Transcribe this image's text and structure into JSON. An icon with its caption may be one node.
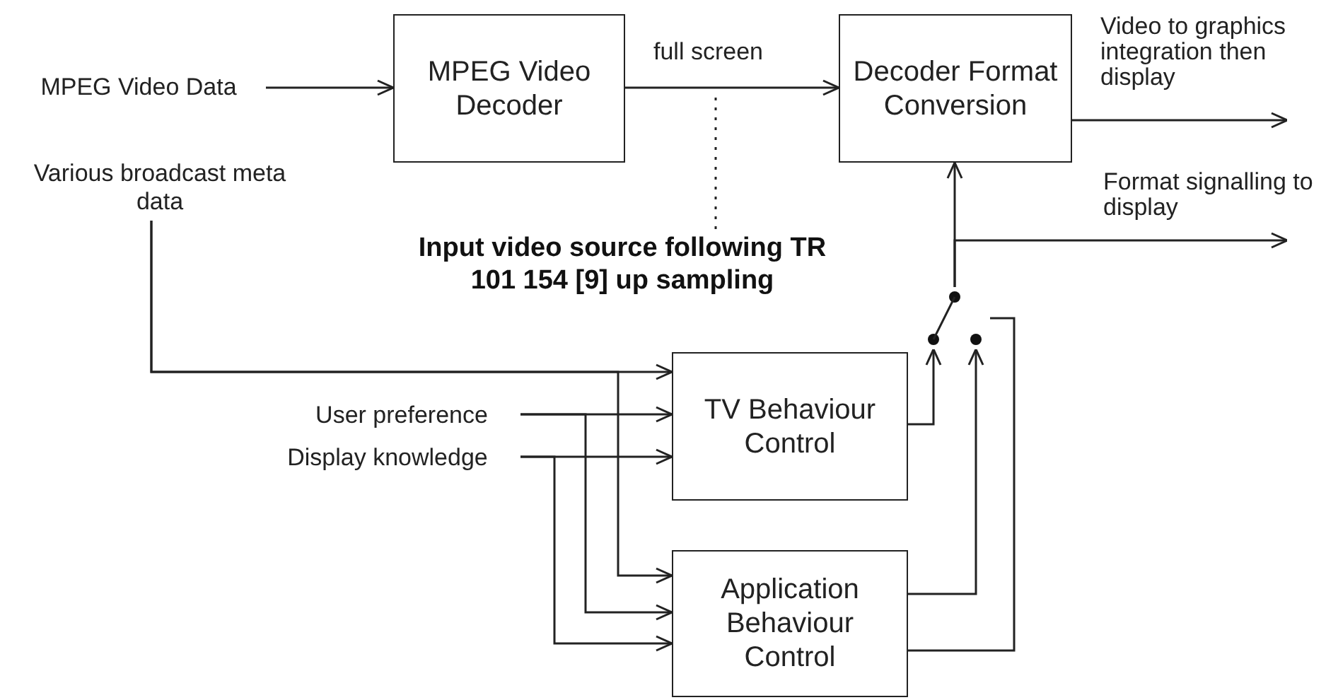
{
  "diagram": {
    "nodes": [
      {
        "text": [
          "MPEG Video Data"
        ]
      },
      {
        "text": [
          "MPEG Video Decoder"
        ]
      },
      {
        "text": [
          "Decoder Format Conversion"
        ]
      },
      {
        "text": [
          "Various broadcast meta data"
        ]
      },
      {
        "text": [
          "User preference"
        ]
      },
      {
        "text": [
          "Display knowledge"
        ]
      },
      {
        "text": [
          "TV Behaviour Control"
        ]
      },
      {
        "text": [
          "Application Behaviour Control"
        ]
      },
      {
        "text": [],
        "shape": "switch"
      },
      {
        "text": [
          "Input video source following TR 101 154 [9] up sampling"
        ]
      }
    ],
    "edges": [
      {
        "from": 0,
        "to": 1,
        "arrow": "to"
      },
      {
        "from": 1,
        "to": 2,
        "arrow": "to",
        "label": "full screen"
      },
      {
        "from": 9,
        "to": null,
        "arrow": "none",
        "style": "dashed"
      },
      {
        "from": 2,
        "to": null,
        "arrow": "to",
        "label": "Video to graphics integration then display"
      },
      {
        "from": 3,
        "to": 6,
        "arrow": "to"
      },
      {
        "from": 4,
        "to": 6,
        "arrow": "to"
      },
      {
        "from": 5,
        "to": 6,
        "arrow": "to"
      },
      {
        "from": 3,
        "to": 7,
        "arrow": "to"
      },
      {
        "from": 4,
        "to": 7,
        "arrow": "to"
      },
      {
        "from": 5,
        "to": 7,
        "arrow": "to"
      },
      {
        "from": 6,
        "to": 8,
        "arrow": "to"
      },
      {
        "from": 7,
        "to": 8,
        "arrow": "to"
      },
      {
        "from": 7,
        "to": 8,
        "arrow": "none"
      },
      {
        "from": 8,
        "to": 2,
        "arrow": "to"
      },
      {
        "from": 8,
        "to": null,
        "arrow": "to",
        "label": "Format signalling to display"
      }
    ]
  }
}
